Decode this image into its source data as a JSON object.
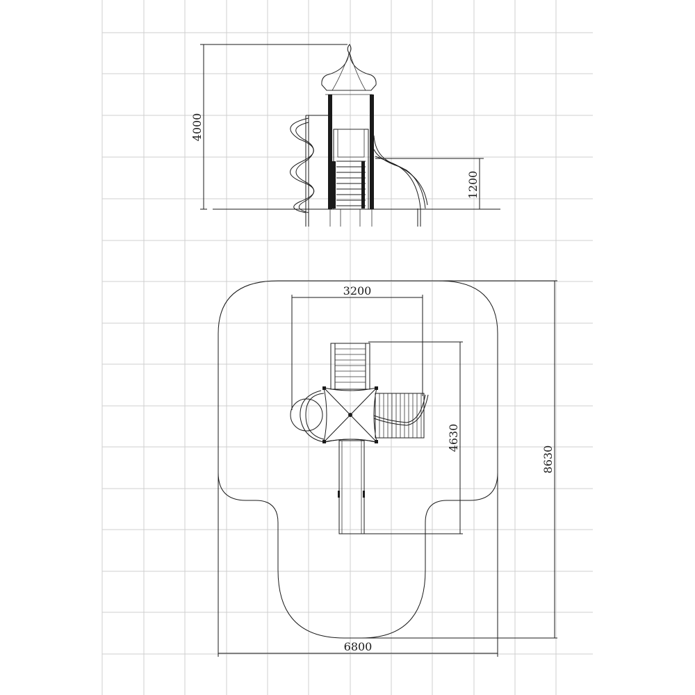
{
  "drawing": {
    "elevation": {
      "height_label": "4000",
      "slide_height_label": "1200"
    },
    "plan": {
      "width_label": "3200",
      "depth_label": "4630",
      "zone_width_label": "6800",
      "zone_depth_label": "8630"
    }
  },
  "colors": {
    "line": "#1a1a1a",
    "grid": "#cfcfcf",
    "background": "#ffffff"
  }
}
